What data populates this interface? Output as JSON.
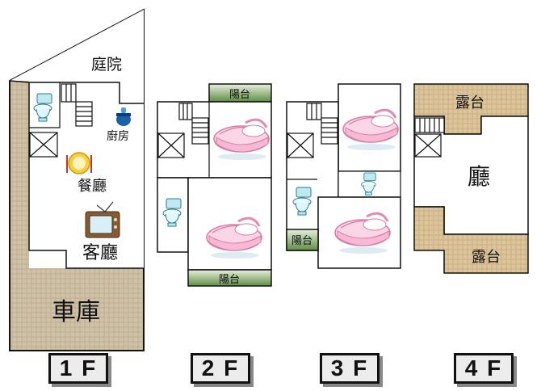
{
  "floors": [
    {
      "id": "1F",
      "label": "1 F",
      "rooms": {
        "yard": "庭院",
        "kitchen": "廚房",
        "dining": "餐廳",
        "living": "客廳",
        "garage": "車庫"
      }
    },
    {
      "id": "2F",
      "label": "2 F",
      "rooms": {
        "balcony_top": "陽台",
        "balcony_bottom": "陽台"
      }
    },
    {
      "id": "3F",
      "label": "3 F",
      "rooms": {
        "balcony": "陽台"
      }
    },
    {
      "id": "4F",
      "label": "4 F",
      "rooms": {
        "terrace_top": "露台",
        "hall": "廳",
        "terrace_bottom": "露台"
      }
    }
  ],
  "colors": {
    "wall": "#111111",
    "garage_fill": "#cdbfa5",
    "terrace_fill": "#d8c39a",
    "balcony_fill": "#6f9a55",
    "bed_pink": "#f4a8c8"
  },
  "icons": [
    "toilet-icon",
    "stairs-icon",
    "kettle-icon",
    "dining-plate-icon",
    "tv-icon",
    "bed-icon",
    "stair-void-icon"
  ]
}
